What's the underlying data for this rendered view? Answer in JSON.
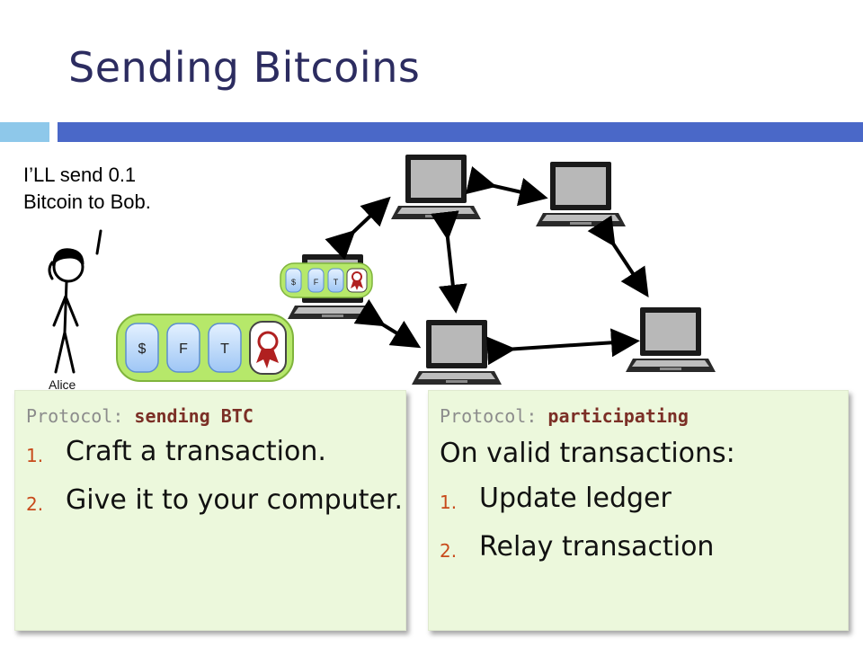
{
  "slide": {
    "title": "Sending Bitcoins",
    "speech_line1": "I’LL send 0.1",
    "speech_line2": "Bitcoin to Bob.",
    "alice_label": "Alice"
  },
  "token_labels": [
    "$",
    "F",
    "T"
  ],
  "left_panel": {
    "protocol_prefix": "Protocol: ",
    "protocol_name": "sending BTC",
    "items": [
      {
        "num": "1.",
        "text": "Craft a transaction."
      },
      {
        "num": "2.",
        "text": "Give it to your computer."
      }
    ]
  },
  "right_panel": {
    "protocol_prefix": "Protocol: ",
    "protocol_name": "participating",
    "heading": "On valid transactions:",
    "items": [
      {
        "num": "1.",
        "text": "Update ledger"
      },
      {
        "num": "2.",
        "text": "Relay transaction"
      }
    ]
  },
  "colors": {
    "title": "#2c2c60",
    "bar_light": "#8ec8ea",
    "bar_dark": "#4a68c8",
    "panel_bg": "#ecf8dc",
    "protocol_name": "#7b2f26",
    "list_number": "#c84a1b",
    "token_blue": "#bcdcff",
    "token_tray": "#b6e86a"
  }
}
